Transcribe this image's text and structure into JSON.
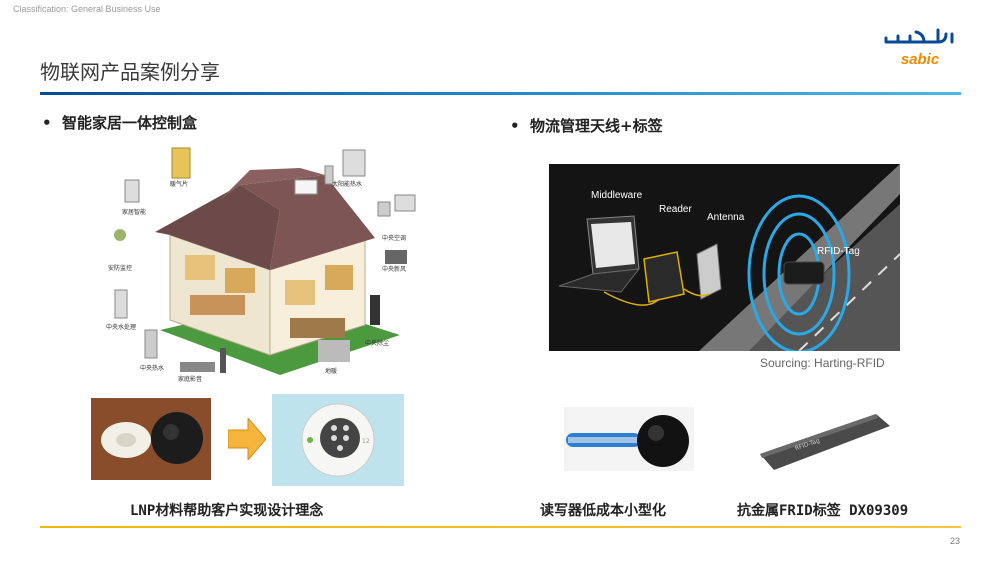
{
  "header": {
    "classification": "Classification: General Business Use",
    "title": "物联网产品案例分享",
    "logo_text": "sabic"
  },
  "left": {
    "bullet": "智能家居一体控制盒",
    "house_labels": [
      "暖气片",
      "太阳能热水",
      "家居智能",
      "中央空调",
      "安防监控",
      "中央新风",
      "中央水处理",
      "中央除尘",
      "中央热水",
      "家庭影音",
      "地暖"
    ],
    "caption": "LNP材料帮助客户实现设计理念"
  },
  "right": {
    "bullet": "物流管理天线+标签",
    "rfid_labels": [
      "Middleware",
      "Reader",
      "Antenna",
      "RFID-Tag"
    ],
    "sourcing": "Sourcing: Harting-RFID",
    "caption_reader": "读写器低成本小型化",
    "caption_tag": "抗金属FRID标签 DX09309"
  },
  "footer": {
    "page_number": "23"
  },
  "colors": {
    "accent_blue": "#0a4b95",
    "accent_light": "#4fb6e6",
    "accent_yellow": "#f2b705",
    "logo_orange": "#f08a00"
  }
}
